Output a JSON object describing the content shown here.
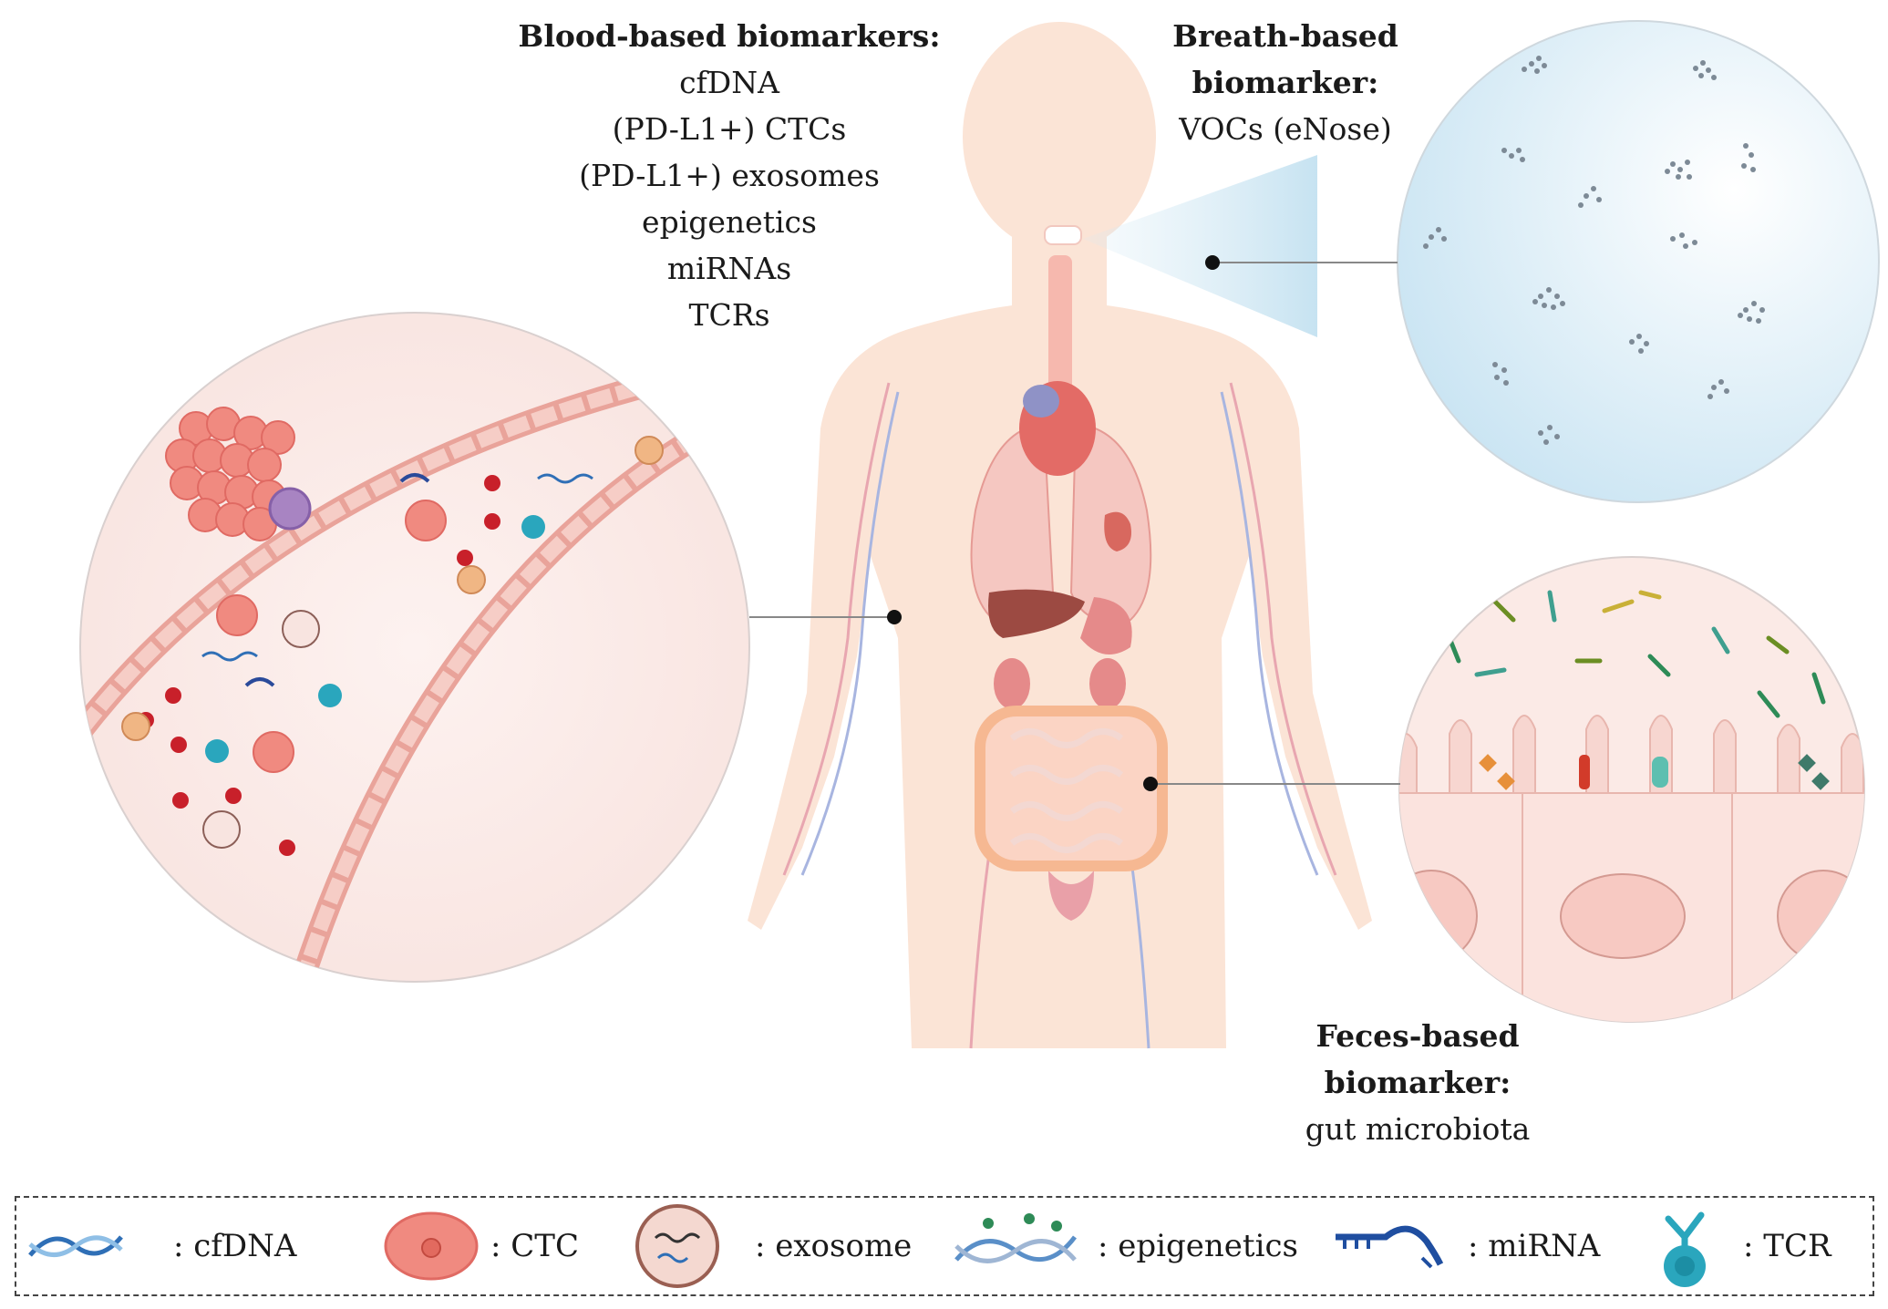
{
  "blood": {
    "heading": "Blood-based biomarkers:",
    "items": [
      "cfDNA",
      "(PD-L1+) CTCs",
      "(PD-L1+) exosomes",
      "epigenetics",
      "miRNAs",
      "TCRs"
    ]
  },
  "breath": {
    "heading_line1": "Breath-based",
    "heading_line2": "biomarker:",
    "item": "VOCs (eNose)"
  },
  "feces": {
    "heading_line1": "Feces-based",
    "heading_line2": "biomarker:",
    "item": "gut microbiota"
  },
  "legend": [
    {
      "icon": "cfdna-icon",
      "label": ": cfDNA"
    },
    {
      "icon": "ctc-icon",
      "label": ": CTC"
    },
    {
      "icon": "exosome-icon",
      "label": ": exosome"
    },
    {
      "icon": "epigenetics-icon",
      "label": ": epigenetics"
    },
    {
      "icon": "mirna-icon",
      "label": ": miRNA"
    },
    {
      "icon": "tcr-icon",
      "label": ": TCR"
    }
  ],
  "colors": {
    "skin": "#fbe3d4",
    "vessel_wall": "#e9a39a",
    "cell": "#f08a80",
    "rbc": "#c8202a",
    "tcr": "#2aa6bd",
    "dna": "#2f6fb6",
    "breath_bg": "#d8ecf6",
    "gut_bg": "#fbeae6"
  }
}
